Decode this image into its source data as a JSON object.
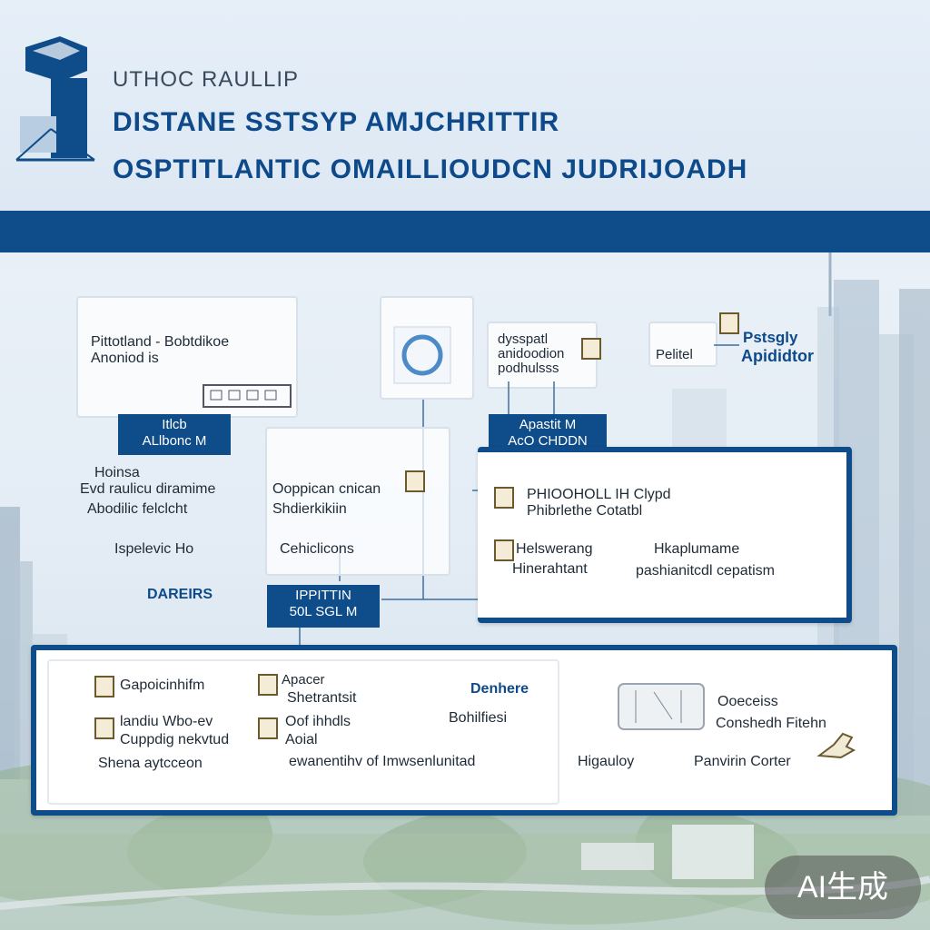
{
  "header": {
    "subtitle": "UTHOC RAULLIP",
    "title_line1": "DISTANE SSTSYP AMJCHRITTIR",
    "title_line2": "OSPTITLANTIC OMAILLIOUDCN JUDRIJOADH"
  },
  "top_cards": {
    "left_card": "Pittotland - Bobtdikoe\nAnoniod is",
    "center_card": "dysspatl\nanidoodion\npodhulsss",
    "right_card_small": "Pelitel",
    "right_card_label1": "Pstsgly",
    "right_card_label2": "Apididtor"
  },
  "tags": {
    "left_tag": [
      "Itlcb",
      "ALlbonc M"
    ],
    "mid_tag": [
      "Apastit M",
      "AcO CHDDN"
    ],
    "bottom_tag": [
      "IPPITTIN",
      "50L SGL M"
    ]
  },
  "left_section": {
    "heading": "Hoinsa",
    "items": [
      "Evd raulicu diramime",
      "Abodilic felclcht",
      "Ispelevic Ho"
    ],
    "bottom": "DAREIRS"
  },
  "center_section": {
    "items": [
      "Ooppican cnican",
      "Shdierkikiin",
      "Cehiclicons"
    ]
  },
  "right_panel": {
    "items": [
      "PHIOOHOLL IH Clypd",
      "Phibrlethe Cotatbl",
      "Helswerang",
      "Hinerahtant",
      "Hkaplumame",
      "pashianitcdl cepatism"
    ]
  },
  "bottom_panel": {
    "col1": [
      "Gapoicinhifm",
      "landiu Wbo-ev",
      "Cuppdig nekvtud",
      "Shena aytcceon"
    ],
    "col2": [
      "Apacer",
      "Shetrantsit",
      "Oof ihhdls",
      "Aoial"
    ],
    "col3_title": "Denhere",
    "col3_item": "Bohilfiesi",
    "center_line": "ewanentihv of Imwsenlunitad",
    "col4_item": "Higauloy",
    "col5": [
      "Ooeceiss",
      "Conshedh Fitehn",
      "Panvirin Corter"
    ]
  },
  "badge": "AI生成",
  "colors": {
    "brand": "#0f4c8a",
    "background": "#e3ecf5"
  }
}
